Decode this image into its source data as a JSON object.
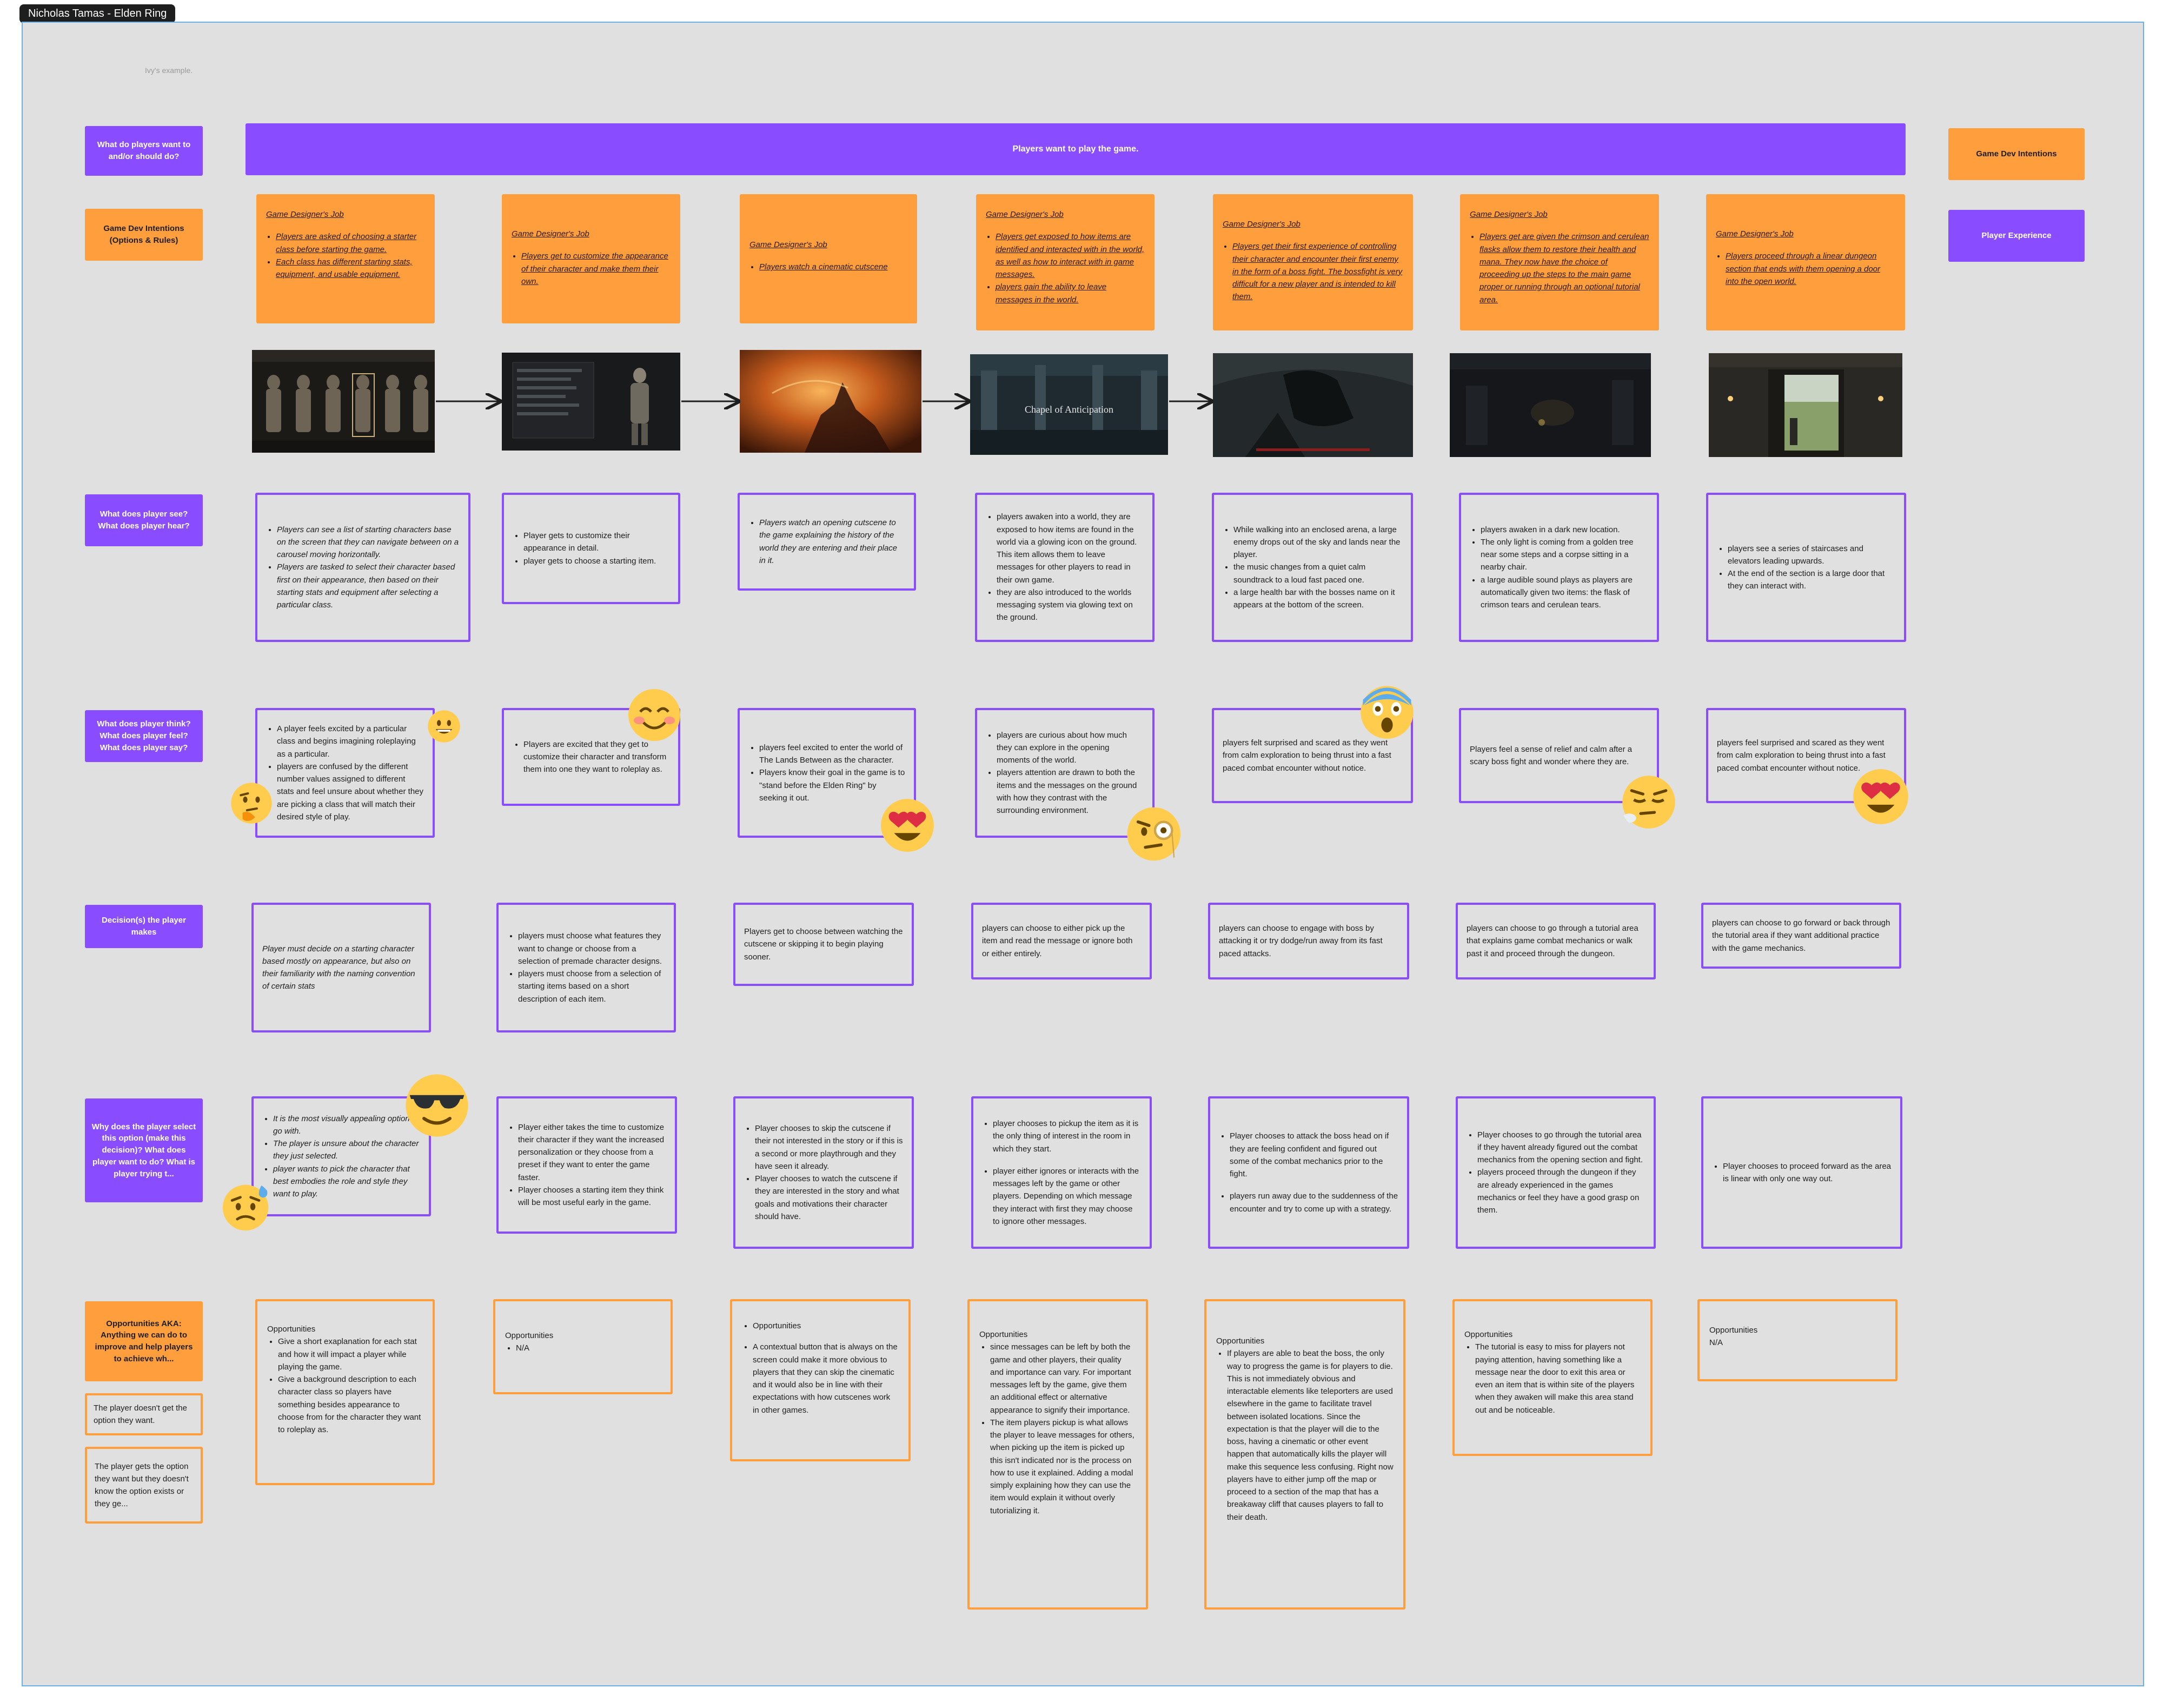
{
  "frame_label": "Nicholas Tamas - Elden Ring",
  "note": "Ivy's example.",
  "banner": "Players want to play the game.",
  "row_labels": {
    "want": "What do players want to and/or should do?",
    "intentions": "Game Dev Intentions (Options & Rules)",
    "see": "What does player see? What does player hear?",
    "think": "What does player think? What does player feel? What does player say?",
    "decision": "Decision(s) the player makes",
    "why": "Why does the player select this option (make this decision)? What does player want to do? What is player trying t...",
    "opportunities": "Opportunities AKA: Anything we can do to improve and help players to achieve wh...",
    "missing1": "The player doesn't get the option they want.",
    "missing2": "The player gets the option they want but they doesn't know the option exists or they ge..."
  },
  "legend": {
    "intentions": "Game Dev Intentions",
    "experience": "Player Experience"
  },
  "job_title": "Game Designer's Job",
  "jobs": [
    [
      "Players are asked of choosing a starter class before starting the game.",
      "Each class has different starting stats, equipment, and usable equipment."
    ],
    [
      "Players get to customize the appearance of their character and make them their own."
    ],
    [
      "Players watch a cinematic cutscene"
    ],
    [
      "Players get exposed to how items are identified and interacted with in the world, as well as how to interact with in game messages.",
      "players gain the ability to leave messages in the world."
    ],
    [
      "Players get their first experience of controlling their character and encounter their first enemy in the form of a boss fight. The bossfight is very difficult for a new player and is intended to kill them."
    ],
    [
      "Players get are given the crimson and cerulean flasks allow them to restore their health and mana. They now have the choice of proceeding up the steps to the main game proper or running through an optional tutorial area."
    ],
    [
      "Players proceed through a linear dungeon section that ends with them opening a door into the open world."
    ]
  ],
  "screenshot_caption": "Chapel of Anticipation",
  "see": [
    [
      "Players can see a list of starting characters base on the screen that they can navigate between on a carousel moving horizontally.",
      "Players are tasked to select their character based first on their appearance, then based on their starting stats and equipment after selecting a particular class."
    ],
    [
      "Player gets to customize their appearance in detail.",
      "player gets to choose a starting item."
    ],
    [
      "Players watch an opening cutscene to the game explaining the history of the world they are entering and their place in it."
    ],
    [
      "players awaken into a world, they are exposed to how items are found in the world via a glowing icon on the ground. This item allows them to leave messages for other players to read in their own game.",
      "they are also introduced to the worlds messaging system via glowing text on the ground."
    ],
    [
      "While walking into an enclosed arena, a large enemy drops out of the sky and lands near the player.",
      "the music changes from a quiet calm soundtrack to a loud fast paced one.",
      "a large health bar with the bosses name on it appears at the bottom of the screen."
    ],
    [
      "players awaken in a dark new location.",
      "The only light is coming from a golden tree near some steps and a corpse sitting in a nearby chair.",
      "a large audible sound plays as players are automatically given two items: the flask of crimson tears and cerulean tears."
    ],
    [
      "players see a series of staircases and elevators leading upwards.",
      "At the end of the section is a large door that they can interact with."
    ]
  ],
  "think": [
    [
      "A player feels excited by a particular class and begins imagining roleplaying as a particular.",
      "players are confused by the different number values assigned to different stats and feel unsure about whether they are picking a class that will match their desired style of play."
    ],
    [
      "Players are excited that they get to customize their character and transform them into one they want to roleplay as."
    ],
    [
      "players feel excited to enter the world of The Lands Between as the character.",
      "Players know their goal in the game is to \"stand before the Elden Ring\" by seeking it out."
    ],
    [
      "players are curious about how much they can explore in the opening moments of the world.",
      "players attention are drawn to both the items and the messages on the ground with how they contrast with the surrounding environment."
    ],
    [
      "players felt surprised and scared as they went from calm exploration to being thrust into a fast paced combat encounter without notice."
    ],
    [
      "Players feel a sense of relief and calm after a scary boss fight and wonder where they are."
    ],
    [
      "players feel surprised and scared as they went from calm exploration to being thrust into a fast paced combat encounter without notice."
    ]
  ],
  "decision": [
    "Player must decide on a starting character based mostly on appearance, but also on their familiarity with the naming convention of certain stats",
    [
      "players must choose what features they want to change or choose from a selection of premade character designs.",
      "players must choose from a selection of starting items based on a short description of each item."
    ],
    "Players get to choose between watching the cutscene or skipping it to begin playing sooner.",
    "players can choose to either pick up the item and read the message or ignore both or either entirely.",
    "players can choose to engage with boss by attacking it or try dodge/run away from its fast paced attacks.",
    "players can choose to go through a tutorial area that explains game combat mechanics or walk past it and proceed through the dungeon.",
    "players can choose to go forward or back through the tutorial area if they want additional practice with the game mechanics."
  ],
  "why": [
    [
      "It is the most visually appealing option to go with.",
      "The player is unsure about the character they just selected.",
      "player wants to pick the character that best embodies the role and style they want to play."
    ],
    [
      "Player either takes the time to customize their character if they want the increased personalization or they choose from a preset if they want to enter the game faster.",
      "Player chooses a starting item they think will be most useful early in the game."
    ],
    [
      "Player chooses to skip the cutscene if their not interested in the story or if this is a second or more playthrough and they have seen it already.",
      "Player chooses to watch the cutscene if they are interested in the story and what goals and motivations their character should have."
    ],
    [
      "player chooses to pickup the item as it is the only thing of interest in the room in which they start.",
      "player either ignores or interacts with the messages left by the game or other players. Depending on which message they interact with first they may choose to ignore other messages."
    ],
    [
      "Player chooses to attack the boss head on if they are feeling confident and figured out some of the combat mechanics prior to the fight.",
      "players run away due to the suddenness of the encounter and try to come up with a strategy."
    ],
    [
      "Player chooses to go through the tutorial area if they havent already figured out the combat mechanics from the opening section and fight.",
      "players proceed through the dungeon if they are already experienced in the games mechanics or feel they have a good grasp on them."
    ],
    [
      "Player chooses to proceed forward as the area is linear with only one way out."
    ]
  ],
  "opp_heading": "Opportunities",
  "opportunities": [
    [
      "Give a short exaplanation for each stat and how it will impact a player while playing the game.",
      "Give a background description to each character class so players have something besides appearance to choose from for the character they want to roleplay as."
    ],
    [
      "N/A"
    ],
    [
      "A contextual button that is always on the screen could make it more obvious to players that they can skip the cinematic and it would also be in line with their expectations with how cutscenes work in other games."
    ],
    [
      "since messages can be left by both the game and other players, their quality and importance can vary. For important messages left by the game, give them an additional effect or alternative appearance to signify their importance.",
      "The item players pickup is what allows the player to leave messages for others, when picking up the item is picked up this isn't indicated nor is the process on how to use it explained. Adding a modal simply explaining how they can use the item would explain it without overly tutorializing it."
    ],
    [
      "If players are able to beat the boss, the only way to progress the game is for players to die. This is not immediately obvious and interactable elements like teleporters are used elsewhere in the game to facilitate travel between isolated locations. Since the expectation is that the player will die to the boss, having a cinematic or other event happen that automatically kills the player will make this sequence less confusing. Right now players have to either jump off the map or proceed to a section of the map that has a breakaway cliff that causes players to fall to their death."
    ],
    [
      "The tutorial is easy to miss for players not paying attention, having something like a message near the door to exit this area or even an item that is within site of the players when they awaken will make this area stand out and be noticeable."
    ],
    "N/A"
  ],
  "colors": {
    "purple": "#8a4cff",
    "orange": "#ff9e3d",
    "canvas": "#e0e0e0",
    "frame_border": "#6ab0e4"
  },
  "emojis": [
    "grinning-face",
    "thinking-face",
    "smiling-face-with-smiling-eyes",
    "heart-eyes-face",
    "fearful-screaming-face",
    "face-with-monocle",
    "relieved-sigh-face",
    "heart-eyes-face",
    "sunglasses-face",
    "anxious-sweat-face"
  ]
}
